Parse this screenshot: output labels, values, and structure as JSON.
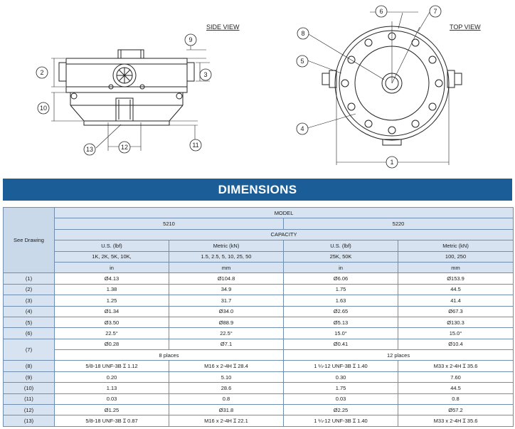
{
  "drawings": {
    "side_view_label": "SIDE VIEW",
    "top_view_label": "TOP VIEW",
    "callouts": [
      "1",
      "2",
      "3",
      "4",
      "5",
      "6",
      "7",
      "8",
      "9",
      "10",
      "11",
      "12",
      "13"
    ]
  },
  "banner": {
    "title": "DIMENSIONS"
  },
  "table": {
    "see_drawing": "See Drawing",
    "model_label": "MODEL",
    "capacity_label": "CAPACITY",
    "models": [
      "5210",
      "5220"
    ],
    "units_sub": [
      "U.S. (lbf)",
      "Metric (kN)",
      "U.S. (lbf)",
      "Metric (kN)"
    ],
    "capacities": [
      "1K, 2K, 5K, 10K,",
      "1.5, 2.5, 5, 10, 25, 50",
      "25K, 50K",
      "100, 250"
    ],
    "dim_units": [
      "in",
      "mm",
      "in",
      "mm"
    ],
    "rows": [
      {
        "label": "(1)",
        "values": [
          "Ø4.13",
          "Ø104.8",
          "Ø6.06",
          "Ø153.9"
        ]
      },
      {
        "label": "(2)",
        "values": [
          "1.38",
          "34.9",
          "1.75",
          "44.5"
        ]
      },
      {
        "label": "(3)",
        "values": [
          "1.25",
          "31.7",
          "1.63",
          "41.4"
        ]
      },
      {
        "label": "(4)",
        "values": [
          "Ø1.34",
          "Ø34.0",
          "Ø2.65",
          "Ø67.3"
        ]
      },
      {
        "label": "(5)",
        "values": [
          "Ø3.50",
          "Ø88.9",
          "Ø5.13",
          "Ø130.3"
        ]
      },
      {
        "label": "(6)",
        "values": [
          "22.5°",
          "22.5°",
          "15.0°",
          "15.0°"
        ]
      }
    ],
    "row7": {
      "label": "(7)",
      "values": [
        "Ø0.28",
        "Ø7.1",
        "Ø0.41",
        "Ø10.4"
      ],
      "places": [
        "8 places",
        "12 places"
      ]
    },
    "rows_after": [
      {
        "label": "(8)",
        "values": [
          "5/8-18 UNF-3B Ɪ 1.12",
          "M16 x 2-4H Ɪ 28.4",
          "1 ¼-12 UNF-3B Ɪ 1.40",
          "M33 x 2-4H Ɪ 35.6"
        ]
      },
      {
        "label": "(9)",
        "values": [
          "0.20",
          "5.10",
          "0.30",
          "7.60"
        ]
      },
      {
        "label": "(10)",
        "values": [
          "1.13",
          "28.6",
          "1.75",
          "44.5"
        ]
      },
      {
        "label": "(11)",
        "values": [
          "0.03",
          "0.8",
          "0.03",
          "0.8"
        ]
      },
      {
        "label": "(12)",
        "values": [
          "Ø1.25",
          "Ø31.8",
          "Ø2.25",
          "Ø57.2"
        ]
      },
      {
        "label": "(13)",
        "values": [
          "5/8-18 UNF-3B Ɪ 0.87",
          "M16 x 2-4H Ɪ 22.1",
          "1 ¼-12 UNF-3B Ɪ 1.40",
          "M33 x 2-4H Ɪ 35.6"
        ]
      }
    ]
  }
}
